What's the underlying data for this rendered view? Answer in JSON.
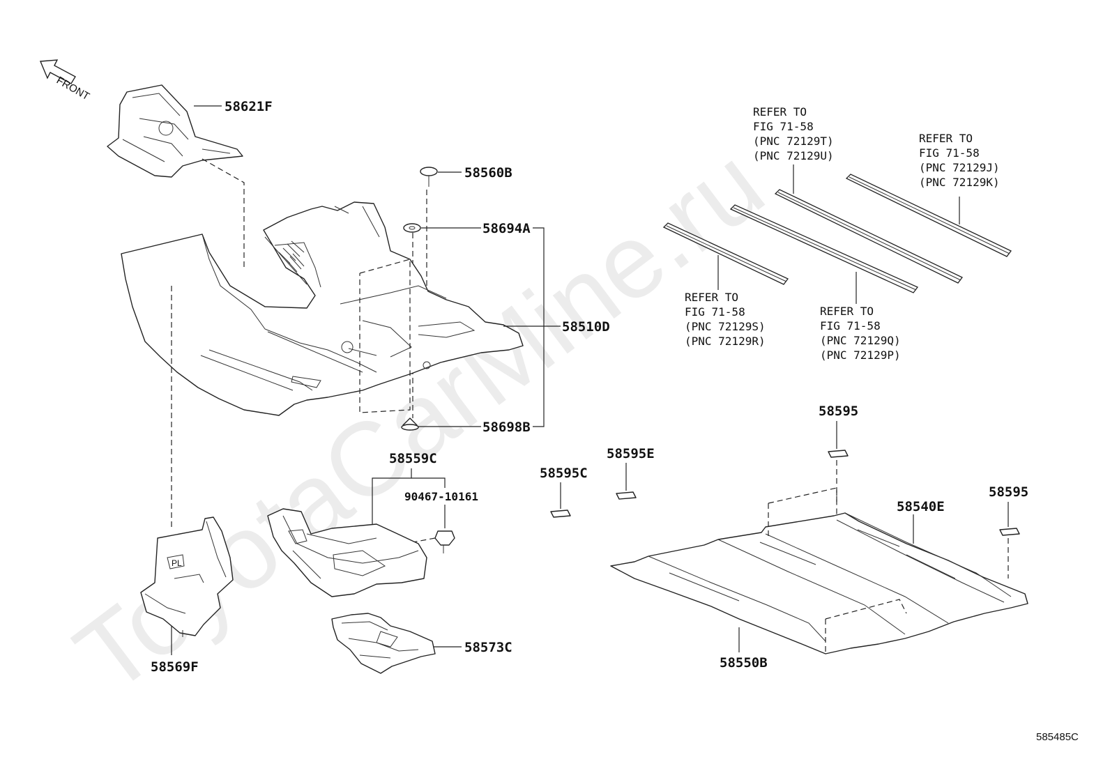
{
  "watermark": "ToyotaCarMine.ru",
  "front_marker": "FRONT",
  "figure_code": "585485C",
  "part_labels": {
    "p58621F": "58621F",
    "p58560B": "58560B",
    "p58694A": "58694A",
    "p58510D": "58510D",
    "p58698B": "58698B",
    "p58559C": "58559C",
    "p90467": "90467-10161",
    "p58569F": "58569F",
    "p58573C": "58573C",
    "p58595C": "58595C",
    "p58595E": "58595E",
    "p58595a": "58595",
    "p58595b": "58595",
    "p58540E": "58540E",
    "p58550B": "58550B"
  },
  "references": [
    {
      "line1": "REFER TO",
      "line2": "FIG 71-58",
      "line3": "(PNC 72129T)",
      "line4": "(PNC 72129U)"
    },
    {
      "line1": "REFER TO",
      "line2": "FIG 71-58",
      "line3": "(PNC 72129J)",
      "line4": "(PNC 72129K)"
    },
    {
      "line1": "REFER TO",
      "line2": "FIG 71-58",
      "line3": "(PNC 72129S)",
      "line4": "(PNC 72129R)"
    },
    {
      "line1": "REFER TO",
      "line2": "FIG 71-58",
      "line3": "(PNC 72129Q)",
      "line4": "(PNC 72129P)"
    }
  ]
}
